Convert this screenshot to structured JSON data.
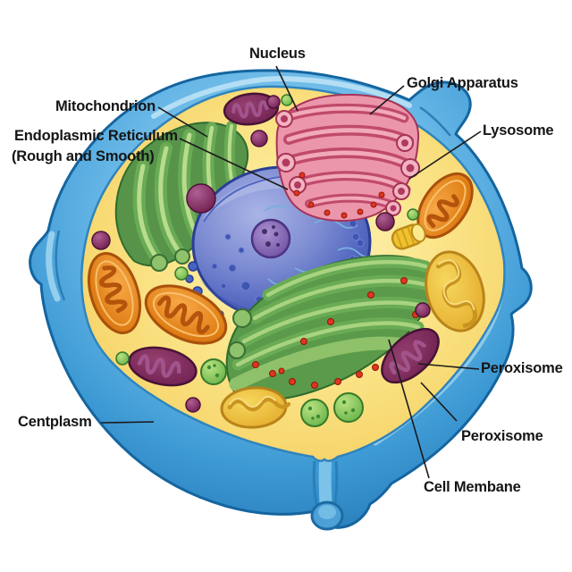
{
  "figure": {
    "type": "biology-cell-diagram",
    "subject": "Animal cell cross-section with labeled organelles"
  },
  "labels": {
    "nucleus": "Nucleus",
    "golgi": "Golgi Apparatus",
    "lysosome": "Lysosome",
    "mitochondrion": "Mitochondrion",
    "er_line1": "Endoplasmic Reticulum",
    "er_line2": "(Rough and Smooth)",
    "centplasm": "Centplasm",
    "peroxisome_upper": "Peroxisome",
    "peroxisome_lower": "Peroxisome",
    "cell_membrane": "Cell Membane"
  },
  "colors": {
    "cytoplasm_yellow": "#F8DA74",
    "membrane_blue": "#3E9AD4",
    "membrane_outline": "#14659F",
    "nucleus_blue": "#5468C0",
    "nucleolus_purple": "#6A4B9E",
    "er_green": "#68AB55",
    "golgi_pink": "#EC96AB",
    "mitochondrion_orange": "#E8851E",
    "mitochondrion_purple": "#7C2A5E",
    "vesicle_green": "#68B248",
    "vesicle_purple": "#7C2558",
    "smooth_er_gold": "#EEC13F",
    "ribosome_red": "#E03520",
    "label_text": "#151515",
    "leader_line": "#1A1A1A"
  }
}
